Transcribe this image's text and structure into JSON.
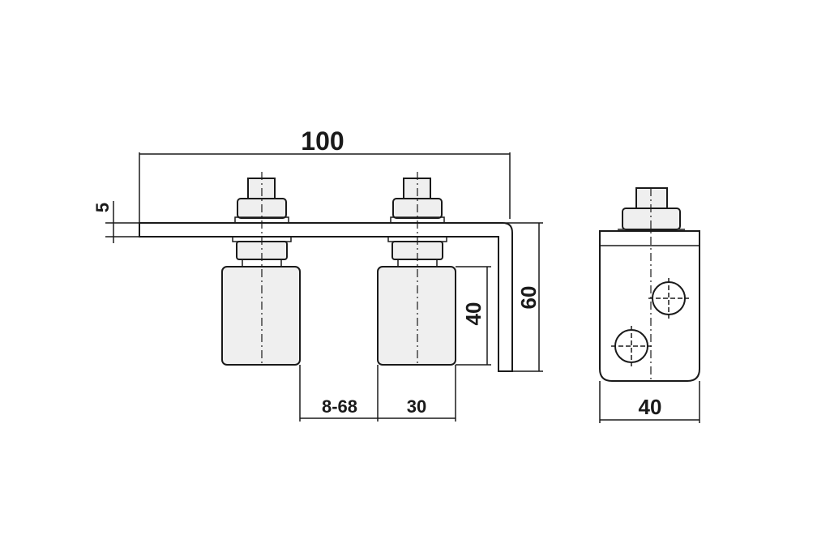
{
  "dimensions": {
    "overall_width": "100",
    "plate_thickness": "5",
    "height": "60",
    "wheel_height": "40",
    "gap_range": "8-68",
    "wheel_width": "30",
    "side_width": "40"
  }
}
